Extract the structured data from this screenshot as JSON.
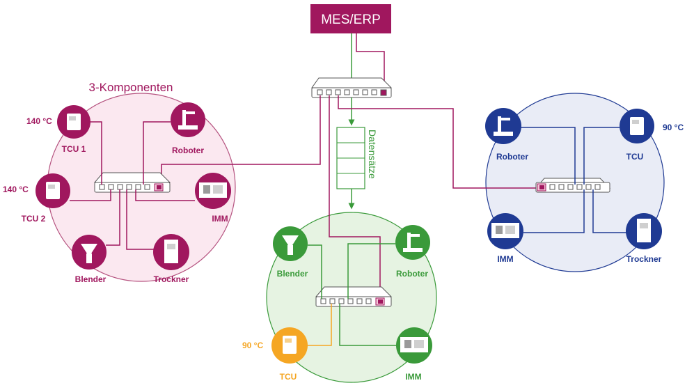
{
  "mes_erp": {
    "label": "MES/ERP"
  },
  "datensaetze": {
    "label": "Datensätze"
  },
  "clusters": {
    "purple": {
      "title": "3-Komponenten",
      "tcu1": {
        "label": "TCU 1",
        "temp": "140 °C"
      },
      "tcu2": {
        "label": "TCU 2",
        "temp": "140 °C"
      },
      "roboter": {
        "label": "Roboter"
      },
      "imm": {
        "label": "IMM"
      },
      "blender": {
        "label": "Blender"
      },
      "trockner": {
        "label": "Trockner"
      }
    },
    "green": {
      "blender": {
        "label": "Blender"
      },
      "roboter": {
        "label": "Roboter"
      },
      "tcu": {
        "label": "TCU",
        "temp": "90 °C"
      },
      "imm": {
        "label": "IMM"
      }
    },
    "blue": {
      "roboter": {
        "label": "Roboter"
      },
      "tcu": {
        "label": "TCU",
        "temp": "90 °C"
      },
      "imm": {
        "label": "IMM"
      },
      "trockner": {
        "label": "Trockner"
      }
    }
  },
  "colors": {
    "purple": "#a0175e",
    "purple_fill": "#fbe8f0",
    "green": "#3a9a3a",
    "green_fill": "#e6f3e2",
    "blue": "#1f3a93",
    "blue_fill": "#e9ecf6",
    "orange": "#f5a623"
  }
}
